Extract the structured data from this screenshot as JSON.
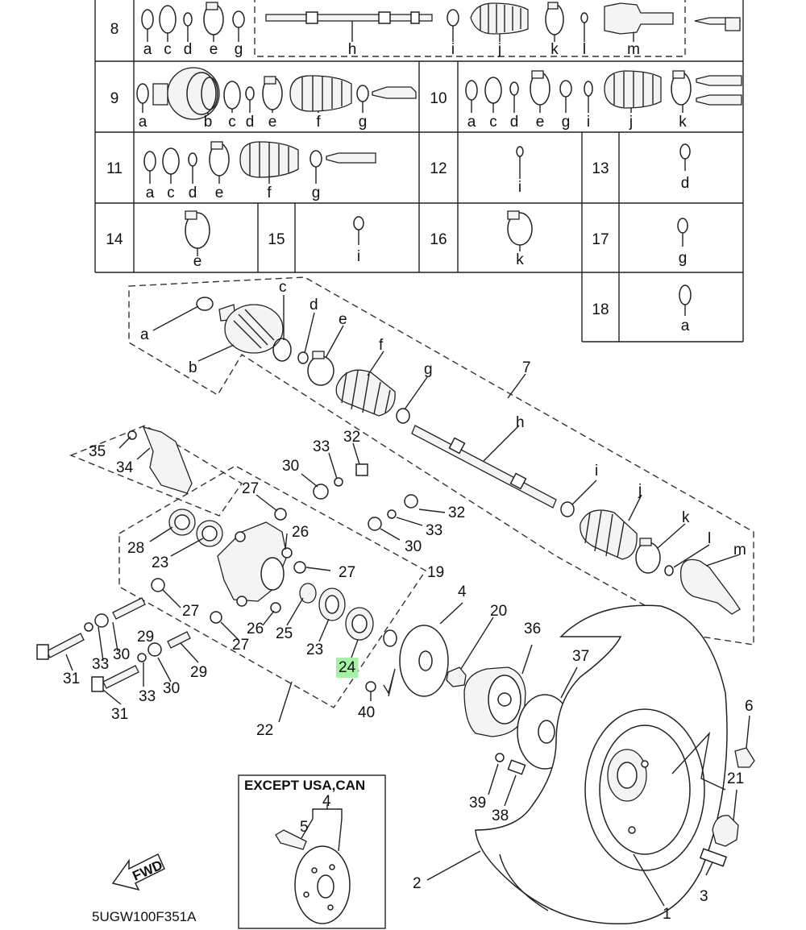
{
  "table": {
    "rows": [
      {
        "row": "8",
        "letters": [
          "a",
          "c",
          "d",
          "e",
          "g",
          "h",
          "i",
          "j",
          "k",
          "l",
          "m"
        ]
      },
      {
        "row": "9",
        "letters": [
          "a",
          "b",
          "c",
          "d",
          "e",
          "f",
          "g"
        ]
      },
      {
        "row": "10",
        "letters": [
          "a",
          "c",
          "d",
          "e",
          "g",
          "i",
          "j",
          "k"
        ]
      },
      {
        "row": "11",
        "letters": [
          "a",
          "c",
          "d",
          "e",
          "f",
          "g"
        ]
      },
      {
        "row": "12",
        "letters": [
          "i"
        ]
      },
      {
        "row": "13",
        "letters": [
          "d"
        ]
      },
      {
        "row": "14",
        "letters": [
          "e"
        ]
      },
      {
        "row": "15",
        "letters": [
          "i"
        ]
      },
      {
        "row": "16",
        "letters": [
          "k"
        ]
      },
      {
        "row": "17",
        "letters": [
          "g"
        ]
      },
      {
        "row": "18",
        "letters": [
          "a"
        ]
      }
    ]
  },
  "shaft_callouts": [
    "a",
    "b",
    "c",
    "d",
    "e",
    "f",
    "g",
    "h",
    "i",
    "j",
    "k",
    "l",
    "m",
    "7"
  ],
  "callouts": {
    "n1": "1",
    "n2": "2",
    "n3": "3",
    "n4": "4",
    "n4b": "4",
    "n5": "5",
    "n6": "6",
    "n19": "19",
    "n20": "20",
    "n21": "21",
    "n22": "22",
    "n23a": "23",
    "n23b": "23",
    "n24": "24",
    "n25": "25",
    "n26a": "26",
    "n26b": "26",
    "n27a": "27",
    "n27b": "27",
    "n27c": "27",
    "n27d": "27",
    "n28": "28",
    "n29a": "29",
    "n29b": "29",
    "n30a": "30",
    "n30b": "30",
    "n30c": "30",
    "n30d": "30",
    "n31a": "31",
    "n31b": "31",
    "n32a": "32",
    "n32b": "32",
    "n33a": "33",
    "n33b": "33",
    "n33c": "33",
    "n33d": "33",
    "n34": "34",
    "n35": "35",
    "n36": "36",
    "n37": "37",
    "n38": "38",
    "n39": "39",
    "n40": "40"
  },
  "inset_title": "EXCEPT USA,CAN",
  "fwd_label": "FWD",
  "diagram_code": "5UGW100F351A",
  "highlight_color": "#a8f0a8"
}
